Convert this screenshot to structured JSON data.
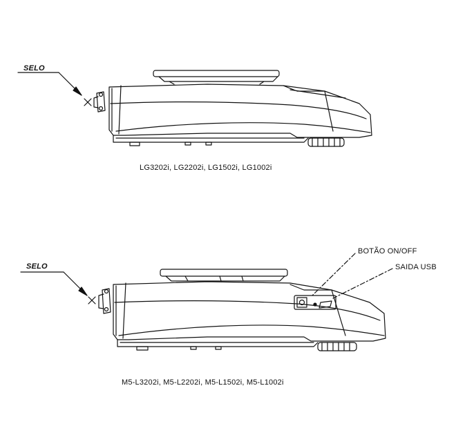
{
  "figures": [
    {
      "seal_label": "SELO",
      "caption": "LG3202i, LG2202i, LG1502i, LG1002i"
    },
    {
      "seal_label": "SELO",
      "caption": "M5-L3202i, M5-L2202i, M5-L1502i, M5-L1002i",
      "callouts": [
        "BOTÃO ON/OFF",
        "SAIDA USB"
      ]
    }
  ]
}
